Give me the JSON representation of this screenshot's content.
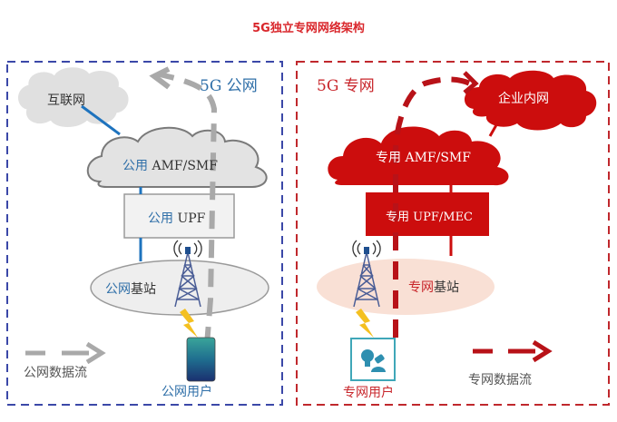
{
  "title": "5G独立专网网络架构",
  "public_panel": {
    "label": "5G 公网",
    "internet": "互联网",
    "core": {
      "prefix": "公用",
      "name": "AMF/SMF"
    },
    "upf": {
      "prefix": "公用",
      "name": "UPF"
    },
    "base_station": {
      "prefix": "公网",
      "suffix": "基站"
    },
    "user": "公网用户",
    "legend": "公网数据流",
    "colors": {
      "border": "#3b48a8",
      "link": "#1e73be",
      "cloud": "#e3e3e3",
      "flow": "#a9a9a9"
    }
  },
  "private_panel": {
    "label": "5G 专网",
    "enterprise": "企业内网",
    "core": {
      "prefix": "专用",
      "name": "AMF/SMF"
    },
    "upf": {
      "prefix": "专用",
      "name": "UPF/MEC"
    },
    "base_station": {
      "prefix": "专网",
      "suffix": "基站"
    },
    "user": "专网用户",
    "legend": "专网数据流",
    "colors": {
      "border": "#c0282d",
      "cloud": "#cc0d0d",
      "ellipse": "#f9e0d5",
      "flow": "#b81218"
    }
  }
}
